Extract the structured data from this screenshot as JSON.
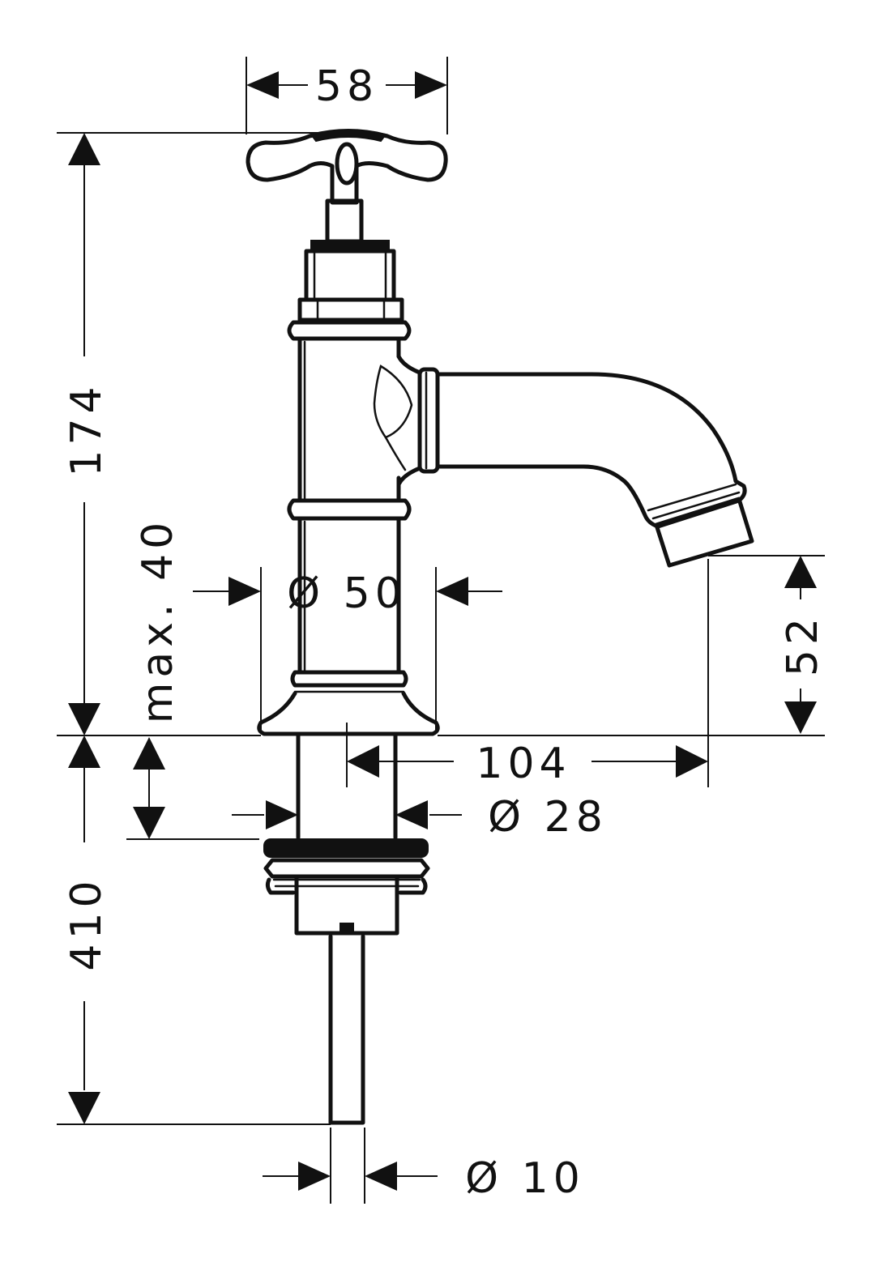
{
  "dimensions": {
    "handle_width": "58",
    "total_height_above": "174",
    "max_deck_thickness": "max. 40",
    "base_diameter": "Ø 50",
    "spout_height": "52",
    "spout_reach": "104",
    "shank_diameter": "Ø 28",
    "below_deck_length": "410",
    "tail_diameter": "Ø 10"
  },
  "colors": {
    "line": "#111111",
    "background": "#ffffff"
  }
}
